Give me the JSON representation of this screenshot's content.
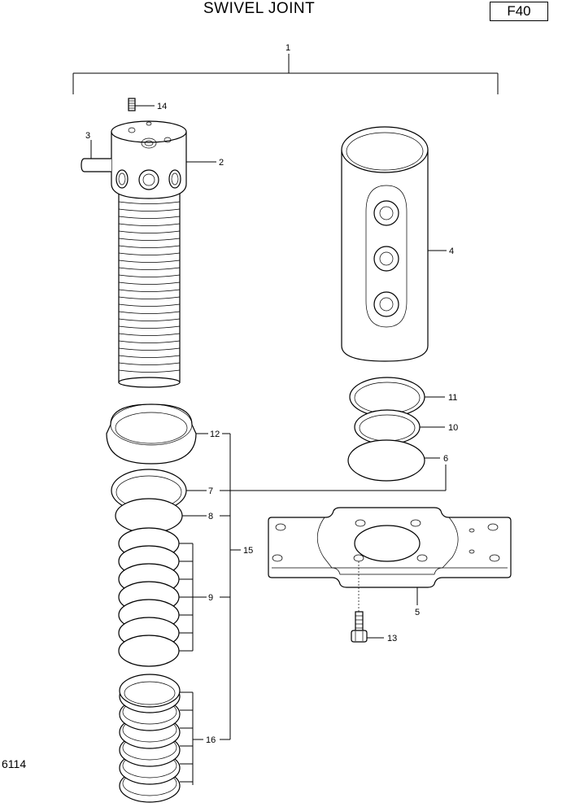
{
  "header": {
    "title": "SWIVEL JOINT",
    "page_code": "F40"
  },
  "footer": {
    "drawing_number": "6114"
  },
  "callouts": {
    "c1": "1",
    "c2": "2",
    "c3": "3",
    "c4": "4",
    "c5": "5",
    "c6": "6",
    "c7": "7",
    "c8": "8",
    "c9": "9",
    "c10": "10",
    "c11": "11",
    "c12": "12",
    "c13": "13",
    "c14": "14",
    "c15": "15",
    "c16": "16"
  }
}
